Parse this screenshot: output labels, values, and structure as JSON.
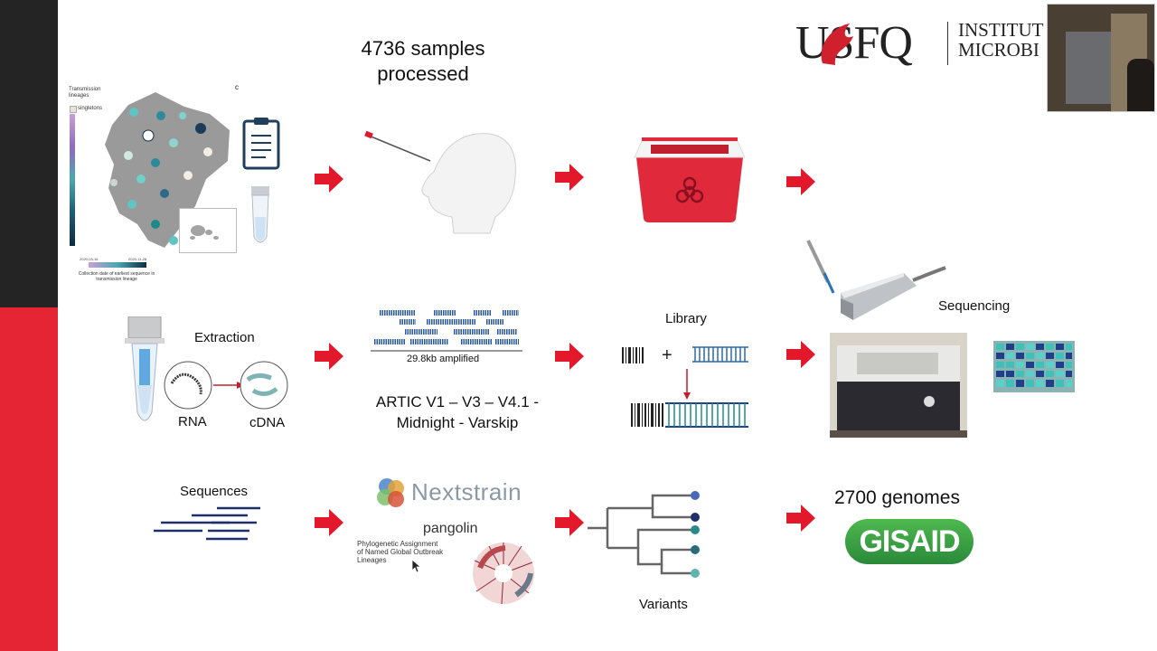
{
  "slide": {
    "samples_title": "4736 samples processed",
    "samples_line1": "4736 samples",
    "samples_line2": "processed",
    "logo_text": "USFQ",
    "institute_line1": "INSTITUT",
    "institute_line2": "MICROBI",
    "map_legend_title": "Transmission lineages",
    "map_legend_singletons": "singletons",
    "map_corner_label": "c",
    "map_caption": "Collection date of earliest sequence in transmission lineage",
    "map_date_start": "2020-03-16",
    "map_date_end": "2020-11-28",
    "extraction_label": "Extraction",
    "rna_label": "RNA",
    "cdna_label": "cDNA",
    "amplified_label": "29.8kb amplified",
    "artic_line1": "ARTIC V1 – V3 – V4.1 -",
    "artic_line2": "Midnight - Varskip",
    "library_label": "Library",
    "plus_sign": "+",
    "sequencing_label": "Sequencing",
    "sequences_label": "Sequences",
    "nextstrain_label": "Nextstrain",
    "pangolin_label": "pangolin",
    "pangolin_desc_line1": "Phylogenetic Assignment",
    "pangolin_desc_line2": "of Named Global Outbreak",
    "pangolin_desc_line3": "Lineages",
    "variants_label": "Variants",
    "genomes_label": "2700 genomes",
    "gisaid_label": "GISAID"
  },
  "icons": {
    "arrow": "red-arrow-icon",
    "clipboard": "clipboard-icon",
    "tube": "test-tube-icon",
    "biohazard": "biohazard-icon",
    "cursor": "mouse-cursor-icon"
  },
  "colors": {
    "accent_red": "#e52534",
    "sidebar_dark": "#242424",
    "dna_blue": "#1f3f8a",
    "teal": "#2a8a8a",
    "gisaid_green": "#3aa14a"
  }
}
